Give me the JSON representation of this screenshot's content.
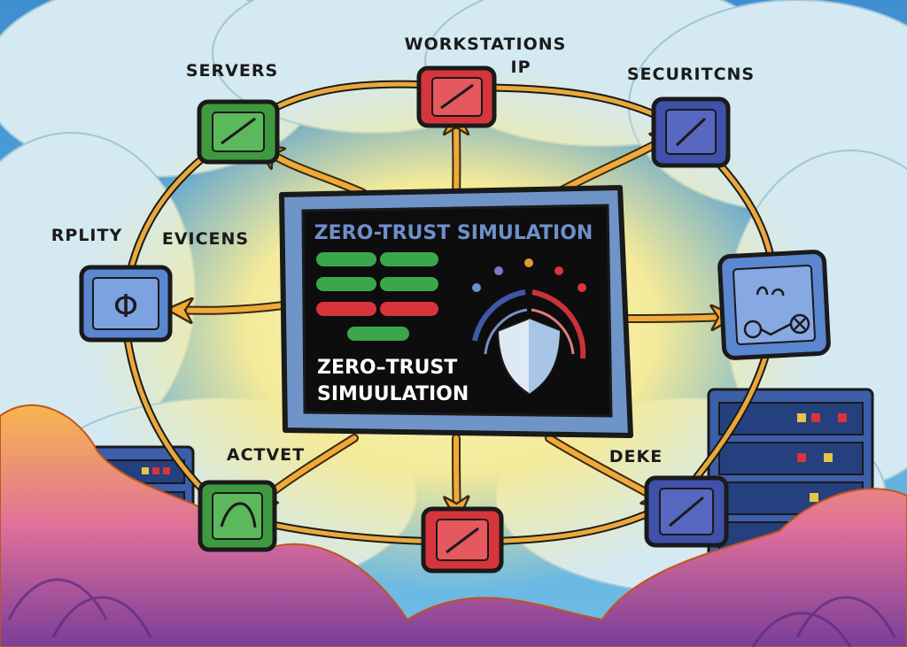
{
  "colors": {
    "sky": "#5aa9dc",
    "cloud": "#cfe6f0",
    "center_glow": "#f6ef9e",
    "ring": "#e9a93a",
    "arrow": "#f0a93a",
    "outline": "#1a1a1a",
    "node_green": "#3f9a3f",
    "node_red": "#d7353c",
    "node_navy": "#3f51a8",
    "node_blue": "#5b86d0",
    "screen_bezel": "#6f95c8",
    "screen_bg": "#0d0d0d",
    "title_blue": "#6f8fcc",
    "bar_green": "#3aa84a",
    "bar_red": "#d9343c",
    "shield_left": "#dde9f4",
    "shield_right": "#a8c5e6",
    "gauge_blue": "#4257a8",
    "gauge_red": "#c9323a",
    "rack_body": "#3d5ea9",
    "fog_orange": "#f6a84d",
    "fog_pink": "#d9629a",
    "fog_purple": "#7a3e98"
  },
  "labels": {
    "workstations": "WORKSTATIONS",
    "ip": "IP",
    "servers": "SERVERS",
    "securitcns": "SECURITCNS",
    "rplity": "RPLITY",
    "evicens": "EVICENS",
    "actvet": "ACTVET",
    "deke": "DEKE"
  },
  "screen": {
    "title": "ZERO-TRUST SIMULATION",
    "subtitle_line1": "ZERO–TRUST",
    "subtitle_line2": "SIMUULATION",
    "node_glyph": "Φ"
  }
}
